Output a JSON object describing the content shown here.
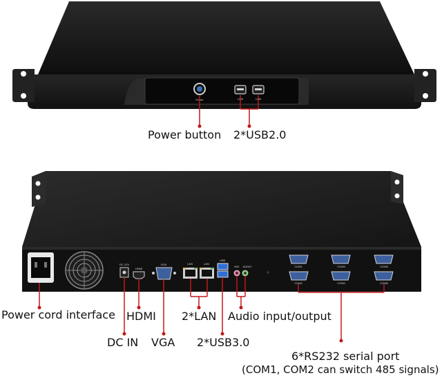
{
  "front_panel": {
    "callouts": {
      "power_button": "Power button",
      "usb2": "2*USB2.0"
    },
    "silkscreen": {
      "power": "Power",
      "usb_left": "USB",
      "usb_right": "USB"
    }
  },
  "rear_panel": {
    "callouts": {
      "power_cord": "Power cord interface",
      "hdmi": "HDMI",
      "lan": "2*LAN",
      "audio": "Audio input/output",
      "dc_in": "DC IN",
      "vga": "VGA",
      "usb3": "2*USB3.0",
      "serial_line1": "6*RS232 serial port",
      "serial_line2": "(COM1, COM2 can switch 485 signals)"
    },
    "silkscreen": {
      "dc": "DC 12V",
      "hdmi": "HDMI",
      "vga": "VGA",
      "lan1": "LAN",
      "lan2": "LAN",
      "usb": "USB",
      "mic": "MIC",
      "audio": "AUDIO",
      "com1": "COM1",
      "com2": "COM2",
      "com3": "COM3",
      "com4": "COM4",
      "com5": "COM5",
      "com6": "COM6"
    }
  },
  "colors": {
    "chassis": "#1b1b1b",
    "callout_line": "#c2181a",
    "label_text": "#111111"
  }
}
